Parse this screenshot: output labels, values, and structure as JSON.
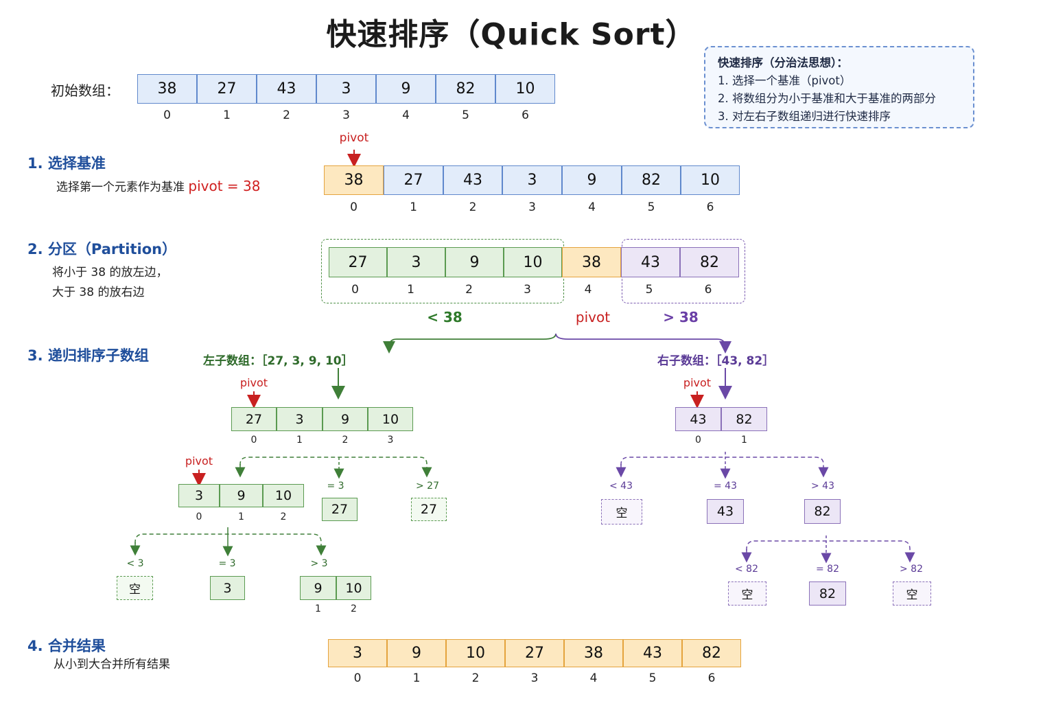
{
  "title": "快速排序（Quick Sort）",
  "info": {
    "title": "快速排序（分治法思想）：",
    "lines": [
      "1. 选择一个基准（pivot）",
      "2. 将数组分为小于基准和大于基准的两部分",
      "3. 对左右子数组递归进行快速排序"
    ]
  },
  "initial": {
    "label": "初始数组：",
    "values": [
      "38",
      "27",
      "43",
      "3",
      "9",
      "82",
      "10"
    ],
    "indices": [
      "0",
      "1",
      "2",
      "3",
      "4",
      "5",
      "6"
    ]
  },
  "step1": {
    "title": "1. 选择基准",
    "desc": "选择第一个元素作为基准",
    "pivot_text": "pivot = 38",
    "pivot_label": "pivot",
    "values": [
      "38",
      "27",
      "43",
      "3",
      "9",
      "82",
      "10"
    ],
    "indices": [
      "0",
      "1",
      "2",
      "3",
      "4",
      "5",
      "6"
    ]
  },
  "step2": {
    "title": "2. 分区（Partition）",
    "desc1": "将小于 38 的放左边，",
    "desc2": "大于 38 的放右边",
    "left_values": [
      "27",
      "3",
      "9",
      "10"
    ],
    "pivot_value": "38",
    "right_values": [
      "43",
      "82"
    ],
    "indices": [
      "0",
      "1",
      "2",
      "3",
      "4",
      "5",
      "6"
    ],
    "less_label": "< 38",
    "pivot_label": "pivot",
    "greater_label": "> 38"
  },
  "step3": {
    "title": "3. 递归排序子数组",
    "left": {
      "heading": "左子数组：［27, 3, 9, 10］",
      "pivot_label": "pivot",
      "values": [
        "27",
        "3",
        "9",
        "10"
      ],
      "indices": [
        "0",
        "1",
        "2",
        "3"
      ],
      "sub": {
        "pivot_label": "pivot",
        "values": [
          "3",
          "9",
          "10"
        ],
        "indices": [
          "0",
          "1",
          "2"
        ],
        "eq_label": "= 3",
        "eq_value": "27",
        "gt_label": "> 27",
        "gt_value": "27"
      },
      "subsub": {
        "lt_label": "< 3",
        "lt_value": "空",
        "eq_label": "= 3",
        "eq_value": "3",
        "gt_label": "> 3",
        "gt_values": [
          "9",
          "10"
        ],
        "gt_indices": [
          "1",
          "2"
        ]
      }
    },
    "right": {
      "heading": "右子数组：［43, 82］",
      "pivot_label": "pivot",
      "values": [
        "43",
        "82"
      ],
      "indices": [
        "0",
        "1"
      ],
      "sub": {
        "lt_label": "< 43",
        "lt_value": "空",
        "eq_label": "= 43",
        "eq_value": "43",
        "gt_label": "> 43",
        "gt_value": "82"
      },
      "subsub": {
        "lt_label": "< 82",
        "lt_value": "空",
        "eq_label": "= 82",
        "eq_value": "82",
        "gt_label": "> 82",
        "gt_value": "空"
      }
    }
  },
  "step4": {
    "title": "4. 合并结果",
    "desc": "从小到大合并所有结果",
    "values": [
      "3",
      "9",
      "10",
      "27",
      "38",
      "43",
      "82"
    ],
    "indices": [
      "0",
      "1",
      "2",
      "3",
      "4",
      "5",
      "6"
    ]
  },
  "colors": {
    "blue": "#5f88cc",
    "green": "#4d8f45",
    "purple": "#7a5ab0",
    "orange": "#e4a33d",
    "red": "#c82020",
    "title_blue": "#1f4e9b"
  }
}
